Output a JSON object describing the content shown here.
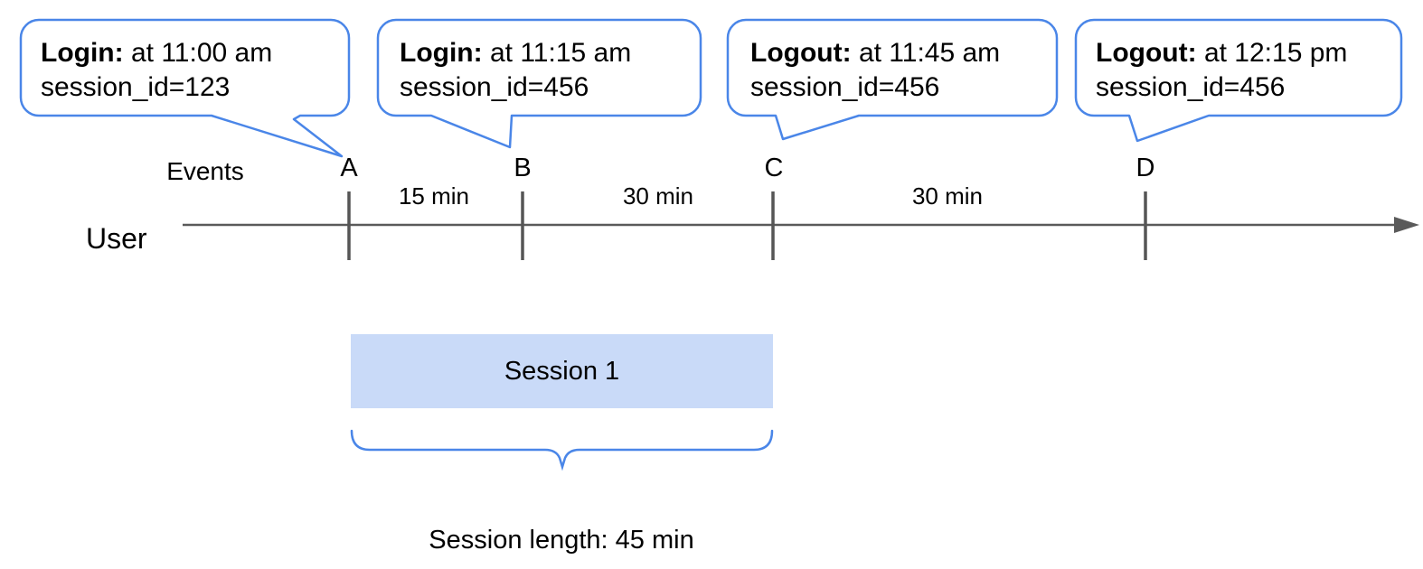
{
  "diagram": {
    "events_row_label": "Events",
    "user_row_label": "User",
    "events": [
      {
        "letter": "A",
        "type": "Login:",
        "time": "at 11:00 am",
        "session": "session_id=123"
      },
      {
        "letter": "B",
        "type": "Login:",
        "time": "at 11:15 am",
        "session": "session_id=456"
      },
      {
        "letter": "C",
        "type": "Logout:",
        "time": "at 11:45 am",
        "session": "session_id=456"
      },
      {
        "letter": "D",
        "type": "Logout:",
        "time": "at 12:15 pm",
        "session": "session_id=456"
      }
    ],
    "intervals": [
      {
        "label": "15 min"
      },
      {
        "label": "30 min"
      },
      {
        "label": "30 min"
      }
    ],
    "session_box_label": "Session 1",
    "session_length_label": "Session length: 45 min",
    "colors": {
      "bubble_border": "#4a86e8",
      "session_fill": "#c9daf8",
      "timeline_gray": "#5a5a5a"
    }
  }
}
